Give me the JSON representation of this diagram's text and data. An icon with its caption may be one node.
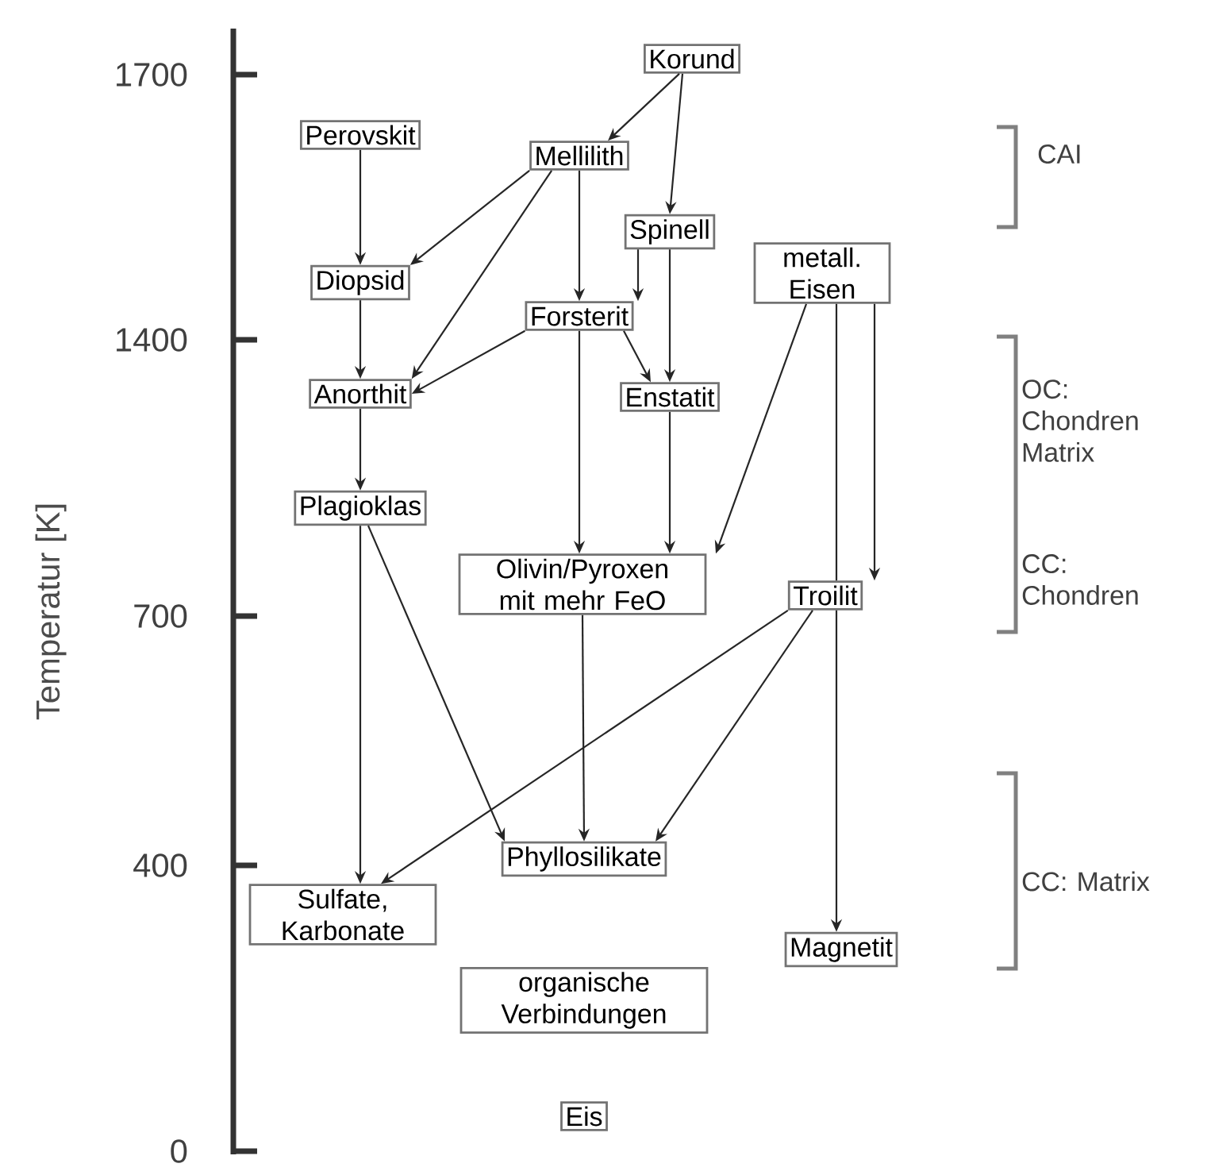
{
  "diagram": {
    "nodes": [
      {
        "text": [
          "Korund"
        ]
      },
      {
        "text": [
          "Perovskit"
        ]
      },
      {
        "text": [
          "Mellilith"
        ]
      },
      {
        "text": [
          "Spinell"
        ]
      },
      {
        "text": [
          "metall. Eisen"
        ]
      },
      {
        "text": [
          "Diopsid"
        ]
      },
      {
        "text": [
          "Forsterit"
        ]
      },
      {
        "text": [
          "Anorthit"
        ]
      },
      {
        "text": [
          "Enstatit"
        ]
      },
      {
        "text": [
          "Plagioklas"
        ]
      },
      {
        "text": [
          "Olivin/Pyroxen mit mehr FeO"
        ]
      },
      {
        "text": [
          "Troilit"
        ]
      },
      {
        "text": [
          "Phyllosilikate"
        ]
      },
      {
        "text": [
          "Sulfate, Karbonate"
        ]
      },
      {
        "text": [
          "Magnetit"
        ]
      },
      {
        "text": [
          "organische Verbindungen"
        ]
      },
      {
        "text": [
          "Eis"
        ]
      }
    ],
    "edges": [
      {
        "from": 0,
        "to": 2,
        "arrow": "to"
      },
      {
        "from": 0,
        "to": 3,
        "arrow": "to"
      },
      {
        "from": 1,
        "to": 5,
        "arrow": "to"
      },
      {
        "from": 2,
        "to": 5,
        "arrow": "to"
      },
      {
        "from": 2,
        "to": 7,
        "arrow": "to"
      },
      {
        "from": 2,
        "to": 6,
        "arrow": "to"
      },
      {
        "from": 3,
        "to": 6,
        "arrow": "to"
      },
      {
        "from": 3,
        "to": 8,
        "arrow": "to"
      },
      {
        "from": 6,
        "to": 7,
        "arrow": "to"
      },
      {
        "from": 6,
        "to": 8,
        "arrow": "to"
      },
      {
        "from": 6,
        "to": 10,
        "arrow": "to"
      },
      {
        "from": 5,
        "to": 7,
        "arrow": "to"
      },
      {
        "from": 7,
        "to": 9,
        "arrow": "to"
      },
      {
        "from": 8,
        "to": 10,
        "arrow": "to"
      },
      {
        "from": 4,
        "to": 10,
        "arrow": "to"
      },
      {
        "from": 4,
        "to": 11,
        "arrow": "none"
      },
      {
        "from": 4,
        "to": 11,
        "arrow": "to"
      },
      {
        "from": 11,
        "to": 14,
        "arrow": "to"
      },
      {
        "from": 11,
        "to": 13,
        "arrow": "to"
      },
      {
        "from": 11,
        "to": 12,
        "arrow": "to"
      },
      {
        "from": 9,
        "to": 13,
        "arrow": "to"
      },
      {
        "from": 9,
        "to": 12,
        "arrow": "to"
      },
      {
        "from": 10,
        "to": 12,
        "arrow": "to"
      }
    ],
    "labels": [
      "Temperatur [K]",
      "1700",
      "1400",
      "700",
      "400",
      "0",
      "CAI",
      "OC: Chondren Matrix",
      "CC: Chondren",
      "CC: Matrix"
    ]
  }
}
